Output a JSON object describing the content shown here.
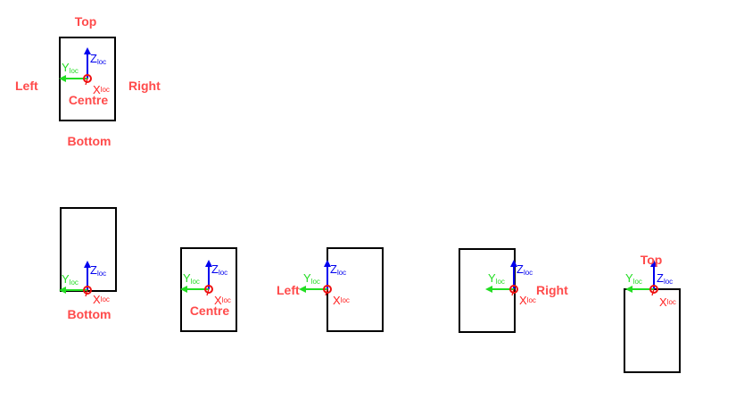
{
  "axes": {
    "z": {
      "letter": "Z",
      "sub": "loc"
    },
    "y": {
      "letter": "Y",
      "sub": "loc"
    },
    "x": {
      "letter": "X",
      "sub": "loc"
    }
  },
  "labels": {
    "top": "Top",
    "bottom": "Bottom",
    "left": "Left",
    "right": "Right",
    "centre": "Centre"
  },
  "colors": {
    "label": "#ff4b4b",
    "z_axis": "#0000ee",
    "y_axis": "#22dd22",
    "x_axis": "#ff2222",
    "box": "#000000",
    "origin_marker": "#ee1111"
  }
}
